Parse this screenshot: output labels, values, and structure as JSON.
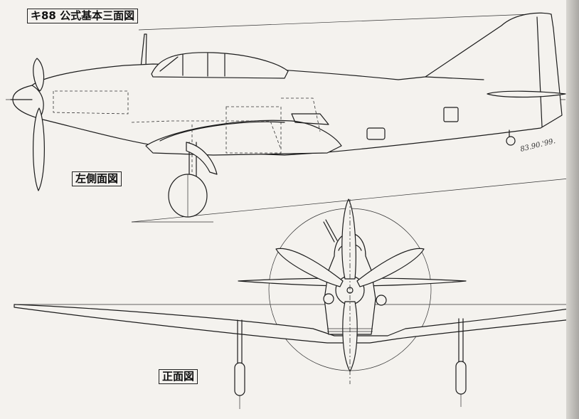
{
  "labels": {
    "title": "キ88 公式基本三面図",
    "side_view": "左側面図",
    "front_view": "正面図",
    "signature": "83.90.'99."
  },
  "colors": {
    "background": "#f4f2ee",
    "ink": "#1c1c1c"
  }
}
